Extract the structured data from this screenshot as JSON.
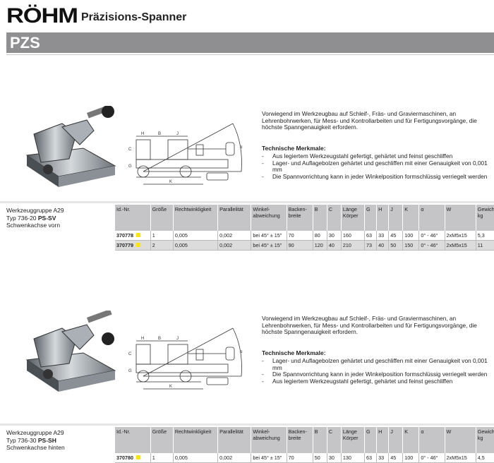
{
  "header": {
    "logo": "RÖHM",
    "title": "Präzisions-Spanner",
    "section": "PZS"
  },
  "columns": [
    "Id.-Nr.",
    "Größe",
    "Rechtwinkligkeit",
    "Parallelität",
    "Winkel-abweichung",
    "Backen-breite",
    "B",
    "C",
    "Länge Körper",
    "G",
    "H",
    "J",
    "K",
    "α",
    "W",
    "Gewicht kg"
  ],
  "products": [
    {
      "group": "Werkzeuggruppe A29",
      "type_prefix": "Typ 736-20 ",
      "type_bold": "PS-SV",
      "axis": "Schwenkachse vorn",
      "description": "Vorwiegend im Werkzeugbau auf Schleif-, Fräs- und Graviermaschinen, an Lehrenbohrwerken, für Mess- und Kontrollarbeiten und für Fertigungsvorgänge, die höchste Spanngenauigkeit erfordern.",
      "features_title": "Technische Merkmale:",
      "features": [
        "Aus legiertem Werkzeugstahl gefertigt, gehärtet und feinst geschliffen",
        "Lager- und Auflagebolzen gehärtet und geschliffen mit einer Genauigkeit von 0,001 mm",
        "Die Spannvorrichtung kann in jeder Winkelposition formschlüssig verriegelt werden"
      ],
      "rows": [
        [
          "370778",
          "1",
          "0,005",
          "0,002",
          "bei 45° ± 15\"",
          "70",
          "80",
          "30",
          "160",
          "63",
          "33",
          "45",
          "100",
          "0° - 46°",
          "2xM5x15",
          "5,3"
        ],
        [
          "370779",
          "2",
          "0,005",
          "0,002",
          "bei 45° ± 15\"",
          "90",
          "120",
          "40",
          "210",
          "73",
          "40",
          "50",
          "150",
          "0° - 46°",
          "2xM5x15",
          "11"
        ]
      ]
    },
    {
      "group": "Werkzeuggruppe A29",
      "type_prefix": "Typ 736-30 ",
      "type_bold": "PS-SH",
      "axis": "Schwenkachse hinten",
      "description": "Vorwiegend im Werkzeugbau auf Schleif-, Fräs- und Graviermaschinen, an Lehrenbohrwerken, für Mess- und Kontrollarbeiten und für Fertigungsvorgänge, die höchste Spanngenauigkeit erfordern.",
      "features_title": "Technische Merkmale:",
      "features": [
        "Lager- und Auflagebolzen gehärtet und geschliffen mit einer Genauigkeit von 0,001 mm",
        "Die Spannvorrichtung kann in jeder Winkelposition formschlüssig verriegelt werden",
        "Aus legiertem Werkzeugstahl gefertigt, gehärtet und feinst geschliffen"
      ],
      "rows": [
        [
          "370780",
          "1",
          "0,005",
          "0,002",
          "bei 45° ± 15\"",
          "70",
          "50",
          "30",
          "130",
          "63",
          "33",
          "45",
          "100",
          "0° - 46°",
          "2xM5x15",
          "4,5"
        ]
      ]
    }
  ],
  "drawing_labels": {
    "H": "H",
    "B": "B",
    "J": "J",
    "K": "K",
    "G": "G",
    "C": "C",
    "alpha": "α"
  },
  "colors": {
    "bar": "#8f8f91",
    "marker": "#ffe600"
  }
}
